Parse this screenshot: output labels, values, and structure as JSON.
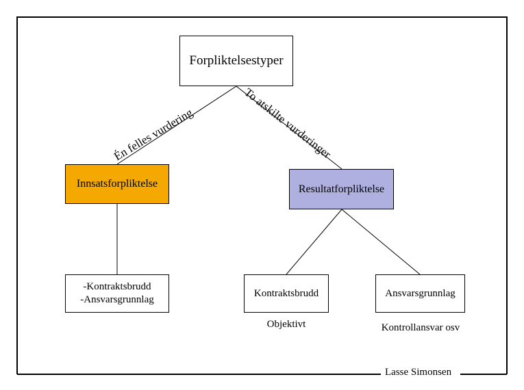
{
  "diagram": {
    "title_node": {
      "label": "Forpliktelsestyper"
    },
    "branch_labels": {
      "left": "Én felles vurdering",
      "right": "To atskilte vurderinger"
    },
    "nodes": {
      "effort": {
        "label": "Innsatsforpliktelse",
        "fill": "#F5A800"
      },
      "result": {
        "label": "Resultatforpliktelse",
        "fill": "#AFAFE0"
      },
      "effort_criteria": {
        "label": "-Kontraktsbrudd\n-Ansvarsgrunnlag"
      },
      "breach": {
        "label": "Kontraktsbrudd"
      },
      "liability": {
        "label": "Ansvarsgrunnlag"
      }
    },
    "captions": {
      "breach": "Objektivt",
      "liability": "Kontrollansvar osv"
    },
    "footer": {
      "signature": "Lasse Simonsen"
    },
    "colors": {
      "line": "#000000",
      "background": "#FFFFFF",
      "effort_box": "#F5A800",
      "result_box": "#AFAFE0"
    }
  }
}
